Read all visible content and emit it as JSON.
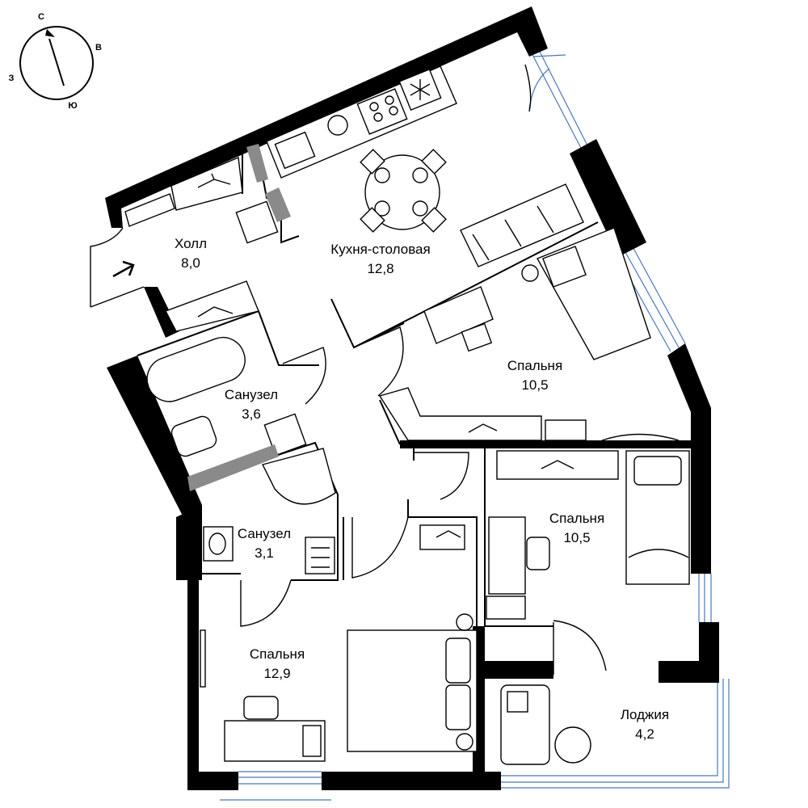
{
  "compass": {
    "north": "С",
    "east": "В",
    "south": "Ю",
    "west": "З"
  },
  "rooms": {
    "hall": {
      "name": "Холл",
      "area": "8,0"
    },
    "kitchen": {
      "name": "Кухня-столовая",
      "area": "12,8"
    },
    "bedroom_ne": {
      "name": "Спальня",
      "area": "10,5"
    },
    "bath_large": {
      "name": "Санузел",
      "area": "3,6"
    },
    "bath_small": {
      "name": "Санузел",
      "area": "3,1"
    },
    "bedroom_e": {
      "name": "Спальня",
      "area": "10,5"
    },
    "bedroom_s": {
      "name": "Спальня",
      "area": "12,9"
    },
    "loggia": {
      "name": "Лоджия",
      "area": "4,2"
    }
  }
}
